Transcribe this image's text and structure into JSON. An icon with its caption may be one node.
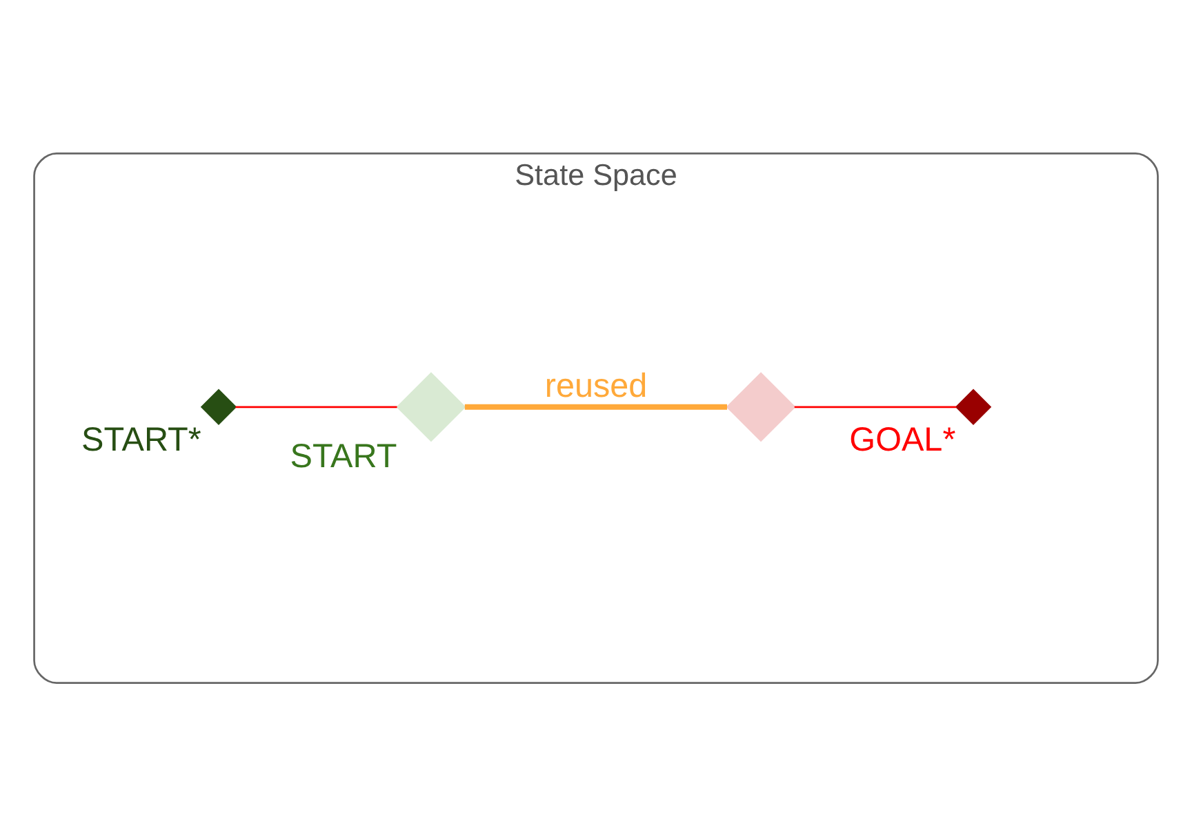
{
  "diagram": {
    "nodes": [
      {
        "text": [
          "State Space"
        ]
      },
      {
        "text": [
          "START*"
        ],
        "in": 0
      },
      {
        "text": [
          "START"
        ],
        "in": 0
      },
      {
        "text": [],
        "shape": "diamond",
        "in": 0
      },
      {
        "text": [
          "GOAL*"
        ],
        "in": 0
      }
    ],
    "edges": [
      {
        "from": 1,
        "to": 2,
        "arrow": "none"
      },
      {
        "from": 2,
        "to": 3,
        "arrow": "none",
        "label": "reused",
        "style": "thick",
        "color": "#ffa93a"
      },
      {
        "from": 3,
        "to": 4,
        "arrow": "none"
      }
    ]
  }
}
